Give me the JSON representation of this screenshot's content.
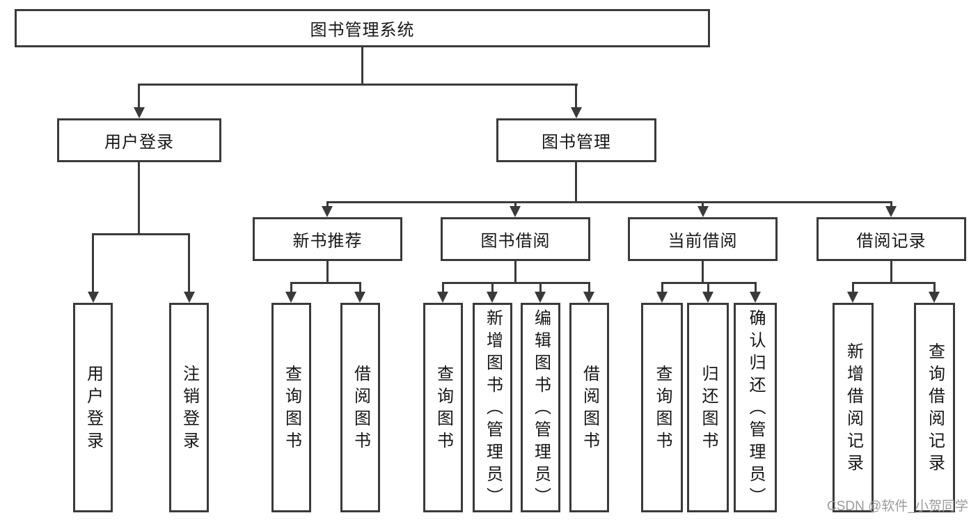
{
  "tree": {
    "root": {
      "label": "图书管理系统"
    },
    "branches": [
      {
        "label": "用户登录",
        "children": [
          "用户登录",
          "注销登录"
        ]
      },
      {
        "label": "图书管理",
        "sections": [
          {
            "label": "新书推荐",
            "children": [
              "查询图书",
              "借阅图书"
            ]
          },
          {
            "label": "图书借阅",
            "children": [
              "查询图书",
              "新增图书（管理员）",
              "编辑图书（管理员）",
              "借阅图书"
            ]
          },
          {
            "label": "当前借阅",
            "children": [
              "查询图书",
              "归还图书",
              "确认归还（管理员）"
            ]
          },
          {
            "label": "借阅记录",
            "children": [
              "新增借阅记录",
              "查询借阅记录"
            ]
          }
        ]
      }
    ]
  },
  "watermark": "CSDN @软件_小贺同学",
  "colors": {
    "line": "#3a3a3a",
    "text": "#161616",
    "watermark": "#9b9b9b",
    "background": "#ffffff"
  }
}
